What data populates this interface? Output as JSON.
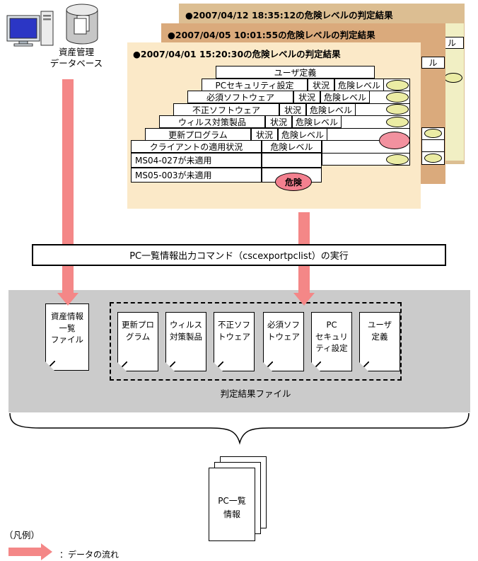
{
  "colors": {
    "panel_back": "#DCBE92",
    "panel_mid": "#DAAA7C",
    "panel_front": "#FBE9C8",
    "panel_back_content": "#F1EFC4",
    "arrow": "#F48787",
    "risk_low_oval": "#EBECA4",
    "risk_high_oval": "#F2919F",
    "gray_area": "#CBCBCB"
  },
  "database": {
    "label": [
      "資産管理",
      "データベース"
    ]
  },
  "result_panels": [
    {
      "title": "●2007/04/12 18:35:12の危険レベルの判定結果"
    },
    {
      "title": "●2007/04/05 10:01:55の危険レベルの判定結果"
    },
    {
      "title": "●2007/04/01 15:20:30の危険レベルの判定結果"
    }
  ],
  "judgment_tables": {
    "user_defined": "ユーザ定義",
    "layers": [
      {
        "label": "PCセキュリティ設定"
      },
      {
        "label": "必須ソフトウェア"
      },
      {
        "label": "不正ソフトウェア"
      },
      {
        "label": "ウィルス対策製品"
      },
      {
        "label": "更新プログラム"
      }
    ],
    "col_status": "状況",
    "col_risk": "危険レベル",
    "clipped_col_risk": "ル",
    "front_table": {
      "col_item": "クライアントの適用状況",
      "col_risk": "危険レベル",
      "rows": [
        {
          "item": "MS04-027が未適用",
          "risk": ""
        },
        {
          "item": "MS05-003が未適用",
          "risk": "危険"
        }
      ]
    }
  },
  "command_box": {
    "label": "PC一覧情報出力コマンド（cscexportpclist）の実行"
  },
  "output_files": {
    "asset_file": {
      "lines": [
        "資産情報",
        "一覧",
        "ファイル"
      ]
    },
    "result_group_label": "判定結果ファイル",
    "result_files": [
      {
        "lines": [
          "更新プロ",
          "グラム"
        ]
      },
      {
        "lines": [
          "ウィルス",
          "対策製品"
        ]
      },
      {
        "lines": [
          "不正ソフ",
          "トウェア"
        ]
      },
      {
        "lines": [
          "必須ソフ",
          "トウェア"
        ]
      },
      {
        "lines": [
          "PC",
          "セキュリ",
          "ティ設定"
        ]
      },
      {
        "lines": [
          "ユーザ",
          "定義"
        ]
      }
    ]
  },
  "pc_list_stack": {
    "lines": [
      "PC一覧",
      "情報"
    ]
  },
  "legend": {
    "title": "（凡例）",
    "flow_label": "：データの流れ"
  }
}
